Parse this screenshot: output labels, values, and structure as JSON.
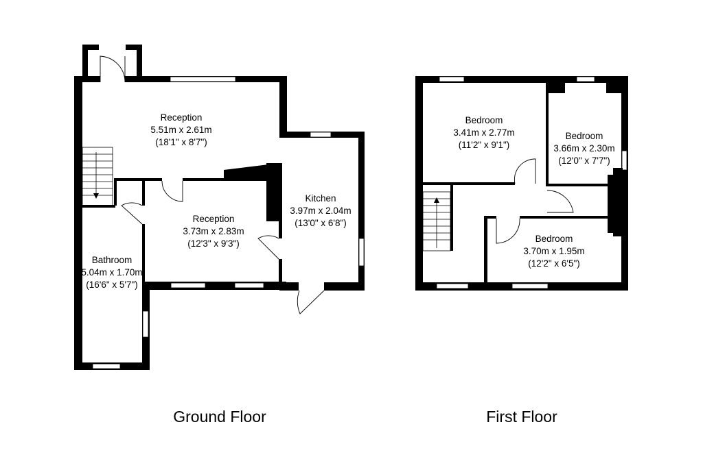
{
  "floors": [
    {
      "label": "Ground Floor",
      "rooms": [
        {
          "name": "Reception",
          "metric": "5.51m x 2.61m",
          "imperial": "(18'1\" x 8'7\")"
        },
        {
          "name": "Reception",
          "metric": "3.73m x 2.83m",
          "imperial": "(12'3\" x 9'3\")"
        },
        {
          "name": "Kitchen",
          "metric": "3.97m x 2.04m",
          "imperial": "(13'0\" x 6'8\")"
        },
        {
          "name": "Bathroom",
          "metric": "5.04m x 1.70m",
          "imperial": "(16'6\" x 5'7\")"
        }
      ]
    },
    {
      "label": "First Floor",
      "rooms": [
        {
          "name": "Bedroom",
          "metric": "3.41m x 2.77m",
          "imperial": "(11'2\" x 9'1\")"
        },
        {
          "name": "Bedroom",
          "metric": "3.66m x 2.30m",
          "imperial": "(12'0\" x 7'7\")"
        },
        {
          "name": "Bedroom",
          "metric": "3.70m x 1.95m",
          "imperial": "(12'2\" x 6'5\")"
        }
      ]
    }
  ]
}
